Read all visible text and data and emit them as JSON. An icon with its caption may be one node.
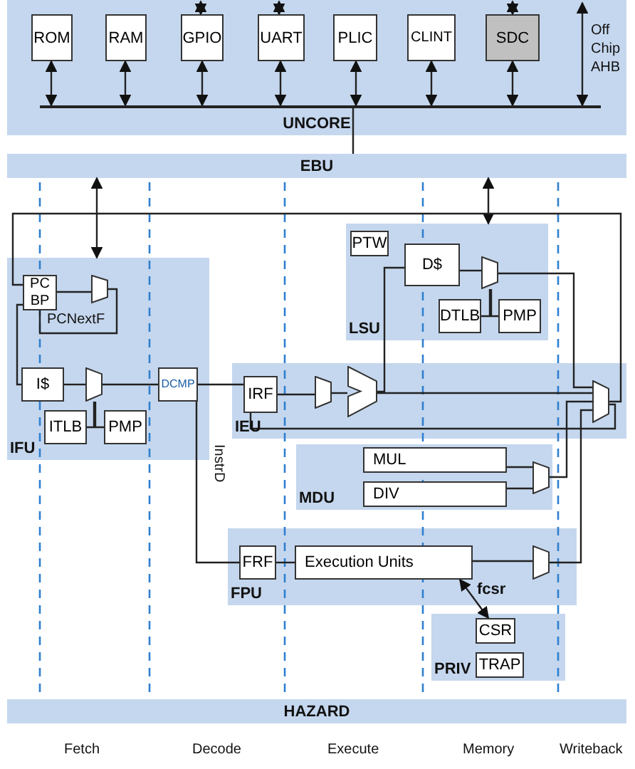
{
  "diagram": {
    "nodes": [
      {
        "text": [
          "UNCORE"
        ]
      },
      {
        "text": [
          "ROM"
        ],
        "in": 0
      },
      {
        "text": [
          "RAM"
        ],
        "in": 0
      },
      {
        "text": [
          "GPIO"
        ],
        "in": 0
      },
      {
        "text": [
          "UART"
        ],
        "in": 0
      },
      {
        "text": [
          "PLIC"
        ],
        "in": 0
      },
      {
        "text": [
          "CLINT"
        ],
        "in": 0
      },
      {
        "text": [
          "SDC"
        ],
        "in": 0
      },
      {
        "text": [],
        "shape": "bar",
        "in": 0
      },
      {
        "text": [
          "EBU"
        ]
      },
      {
        "text": [
          "IFU"
        ]
      },
      {
        "text": [
          "PC BP"
        ],
        "in": 10
      },
      {
        "text": [],
        "shape": "trapezoid",
        "in": 10
      },
      {
        "text": [
          "I$"
        ],
        "in": 10
      },
      {
        "text": [],
        "shape": "trapezoid",
        "in": 10
      },
      {
        "text": [
          "ITLB"
        ],
        "in": 10
      },
      {
        "text": [
          "PMP"
        ],
        "in": 10
      },
      {
        "text": [
          "DCMP"
        ],
        "in": 10
      },
      {
        "text": [
          "LSU"
        ]
      },
      {
        "text": [
          "PTW"
        ],
        "in": 18
      },
      {
        "text": [
          "D$"
        ],
        "in": 18
      },
      {
        "text": [],
        "shape": "trapezoid",
        "in": 18
      },
      {
        "text": [
          "DTLB"
        ],
        "in": 18
      },
      {
        "text": [
          "PMP"
        ],
        "in": 18
      },
      {
        "text": [
          "IEU"
        ]
      },
      {
        "text": [
          "IRF"
        ],
        "in": 24
      },
      {
        "text": [],
        "shape": "trapezoid",
        "in": 24
      },
      {
        "text": [],
        "shape": "trapezoid",
        "in": 24
      },
      {
        "text": [],
        "shape": "trapezoid",
        "in": 24
      },
      {
        "text": [
          "MDU"
        ]
      },
      {
        "text": [
          "MUL"
        ],
        "in": 29
      },
      {
        "text": [
          "DIV"
        ],
        "in": 29
      },
      {
        "text": [],
        "shape": "trapezoid",
        "in": 29
      },
      {
        "text": [
          "FPU"
        ]
      },
      {
        "text": [
          "FRF"
        ],
        "in": 33
      },
      {
        "text": [
          "Execution Units"
        ],
        "in": 33
      },
      {
        "text": [],
        "shape": "trapezoid",
        "in": 33
      },
      {
        "text": [
          "PRIV"
        ]
      },
      {
        "text": [
          "CSR"
        ],
        "in": 37
      },
      {
        "text": [
          "TRAP"
        ],
        "in": 37
      },
      {
        "text": [
          "HAZARD"
        ]
      }
    ],
    "edges": [
      {
        "from": null,
        "to": 3,
        "arrow": "both"
      },
      {
        "from": null,
        "to": 4,
        "arrow": "both"
      },
      {
        "from": null,
        "to": 7,
        "arrow": "both"
      },
      {
        "from": 1,
        "to": 8,
        "arrow": "both"
      },
      {
        "from": 2,
        "to": 8,
        "arrow": "both"
      },
      {
        "from": 3,
        "to": 8,
        "arrow": "both"
      },
      {
        "from": 4,
        "to": 8,
        "arrow": "both"
      },
      {
        "from": 5,
        "to": 8,
        "arrow": "both"
      },
      {
        "from": 6,
        "to": 8,
        "arrow": "both"
      },
      {
        "from": 7,
        "to": 8,
        "arrow": "both"
      },
      {
        "from": 8,
        "to": null,
        "arrow": "both",
        "label": "Off Chip AHB"
      },
      {
        "from": 8,
        "to": 9,
        "arrow": "none"
      },
      {
        "from": 9,
        "to": 10,
        "arrow": "both"
      },
      {
        "from": 9,
        "to": 18,
        "arrow": "both"
      },
      {
        "from": 11,
        "to": 12,
        "arrow": "none"
      },
      {
        "from": 12,
        "to": 11,
        "arrow": "none"
      },
      {
        "from": 11,
        "to": 13,
        "arrow": "none"
      },
      {
        "from": 13,
        "to": 14,
        "arrow": "none"
      },
      {
        "from": 15,
        "to": 14,
        "arrow": "none"
      },
      {
        "from": 16,
        "to": 14,
        "arrow": "none"
      },
      {
        "from": 14,
        "to": 17,
        "arrow": "none"
      },
      {
        "from": 17,
        "to": 25,
        "arrow": "none"
      },
      {
        "from": 17,
        "to": 34,
        "arrow": "none",
        "label": "InstrD"
      },
      {
        "from": 25,
        "to": 26,
        "arrow": "none"
      },
      {
        "from": 26,
        "to": 27,
        "arrow": "none"
      },
      {
        "from": 27,
        "to": 20,
        "arrow": "none"
      },
      {
        "from": 27,
        "to": 28,
        "arrow": "none"
      },
      {
        "from": 20,
        "to": 21,
        "arrow": "none"
      },
      {
        "from": 22,
        "to": 21,
        "arrow": "none"
      },
      {
        "from": 23,
        "to": 21,
        "arrow": "none"
      },
      {
        "from": 21,
        "to": 28,
        "arrow": "none"
      },
      {
        "from": 30,
        "to": 32,
        "arrow": "none"
      },
      {
        "from": 31,
        "to": 32,
        "arrow": "none"
      },
      {
        "from": 32,
        "to": 28,
        "arrow": "none"
      },
      {
        "from": 34,
        "to": 35,
        "arrow": "none"
      },
      {
        "from": 35,
        "to": 36,
        "arrow": "none"
      },
      {
        "from": 36,
        "to": 28,
        "arrow": "none"
      },
      {
        "from": 35,
        "to": 38,
        "arrow": "both",
        "label": "fcsr"
      },
      {
        "from": 28,
        "to": 11,
        "arrow": "none"
      },
      {
        "from": 28,
        "to": 25,
        "arrow": "none"
      }
    ],
    "labels": [
      "PCNextF",
      "Fetch",
      "Decode",
      "Execute",
      "Memory",
      "Writeback"
    ]
  }
}
